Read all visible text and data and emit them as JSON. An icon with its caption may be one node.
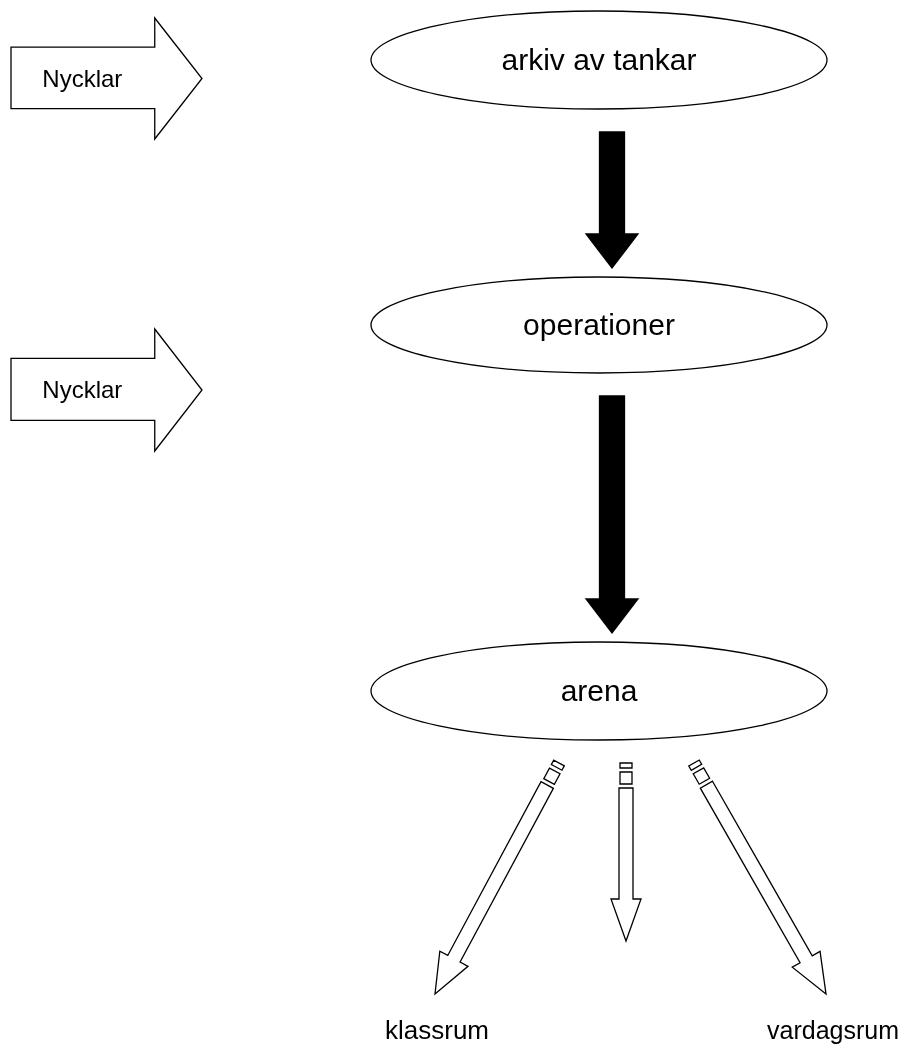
{
  "diagram": {
    "nodes": [
      {
        "text": [
          "Nycklar"
        ]
      },
      {
        "text": [
          "arkiv av tankar"
        ]
      },
      {
        "text": [
          "Nycklar"
        ]
      },
      {
        "text": [
          "operationer"
        ]
      },
      {
        "text": [
          "arena"
        ]
      },
      {
        "text": [
          "klassrum"
        ]
      },
      {
        "text": [
          "vardagsrum"
        ]
      }
    ],
    "edges": [
      {
        "from": 1,
        "to": 3,
        "arrow": "to",
        "style": "thick"
      },
      {
        "from": 3,
        "to": 4,
        "arrow": "to",
        "style": "thick"
      },
      {
        "from": 4,
        "to": 5,
        "arrow": "to"
      },
      {
        "from": 4,
        "to": null,
        "arrow": "to"
      },
      {
        "from": 4,
        "to": 6,
        "arrow": "to"
      }
    ]
  }
}
